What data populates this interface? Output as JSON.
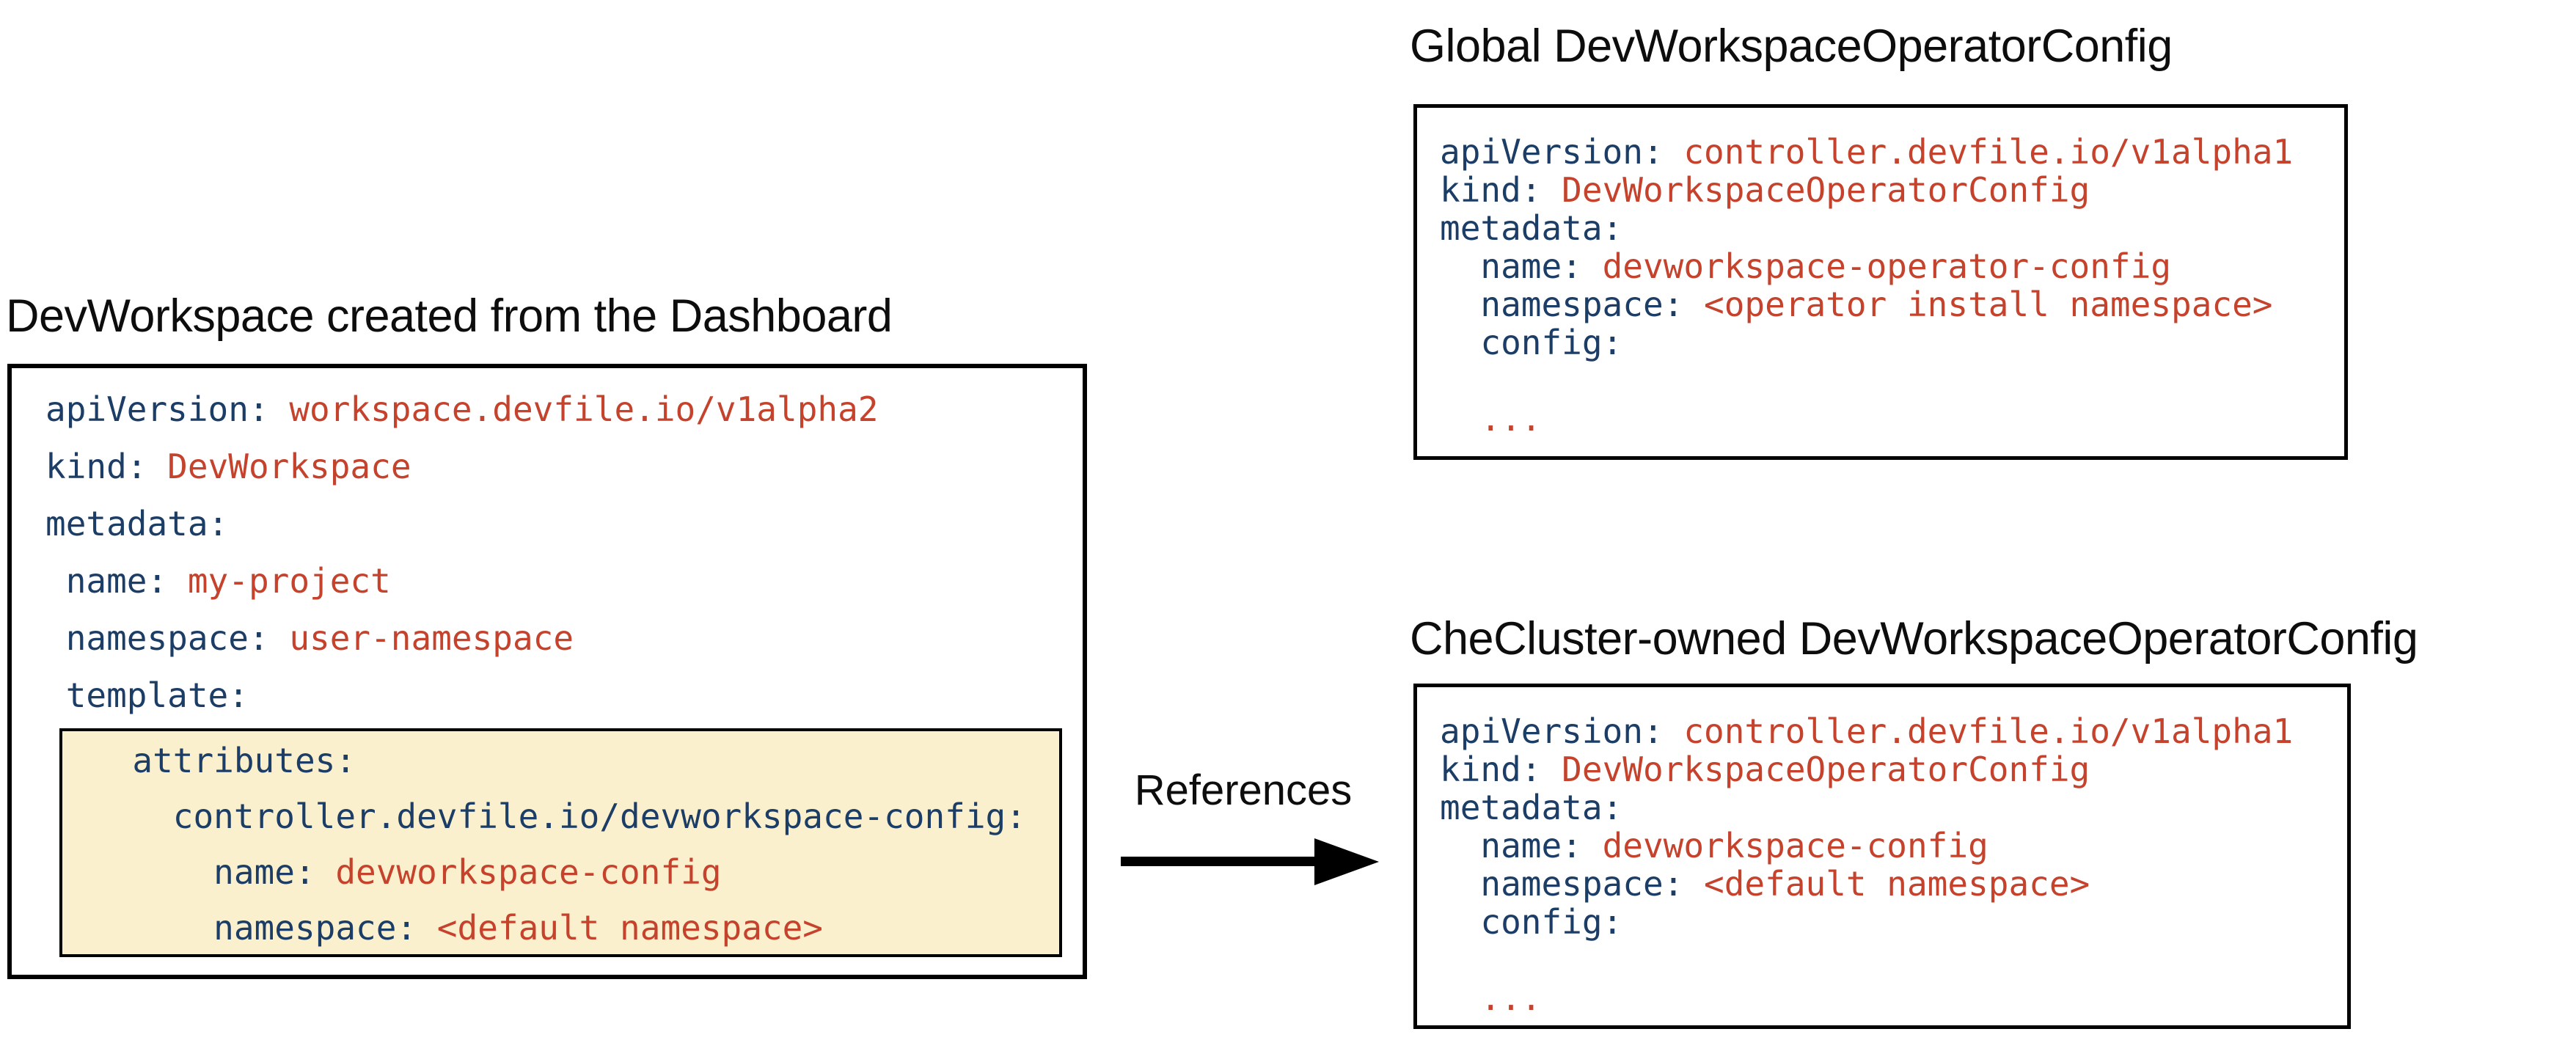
{
  "palette": {
    "key_color": "#1c3d66",
    "value_color": "#c5432d",
    "highlight_bg": "#fbf0cd",
    "box_border": "#000000",
    "title_color": "#0d0d0d"
  },
  "left_section": {
    "title": "DevWorkspace created from the Dashboard",
    "code": [
      [
        [
          "k",
          "apiVersion:"
        ],
        [
          "v",
          " workspace.devfile.io/v1alpha2"
        ]
      ],
      [
        [
          "k",
          "kind:"
        ],
        [
          "v",
          " DevWorkspace"
        ]
      ],
      [
        [
          "k",
          "metadata:"
        ]
      ],
      [
        [
          "k",
          " name:"
        ],
        [
          "v",
          " my-project"
        ]
      ],
      [
        [
          "k",
          " namespace:"
        ],
        [
          "v",
          " user-namespace"
        ]
      ],
      [
        [
          "k",
          " template:"
        ]
      ]
    ],
    "highlight_code": [
      [
        [
          "k",
          "  attributes:"
        ]
      ],
      [
        [
          "k",
          "    controller.devfile.io/devworkspace-config:"
        ]
      ],
      [
        [
          "k",
          "      name:"
        ],
        [
          "v",
          " devworkspace-config"
        ]
      ],
      [
        [
          "k",
          "      namespace:"
        ],
        [
          "v",
          " <default namespace>"
        ]
      ]
    ]
  },
  "arrow": {
    "label": "References"
  },
  "top_right_section": {
    "title": "Global DevWorkspaceOperatorConfig",
    "code": [
      [
        [
          "k",
          "apiVersion:"
        ],
        [
          "v",
          " controller.devfile.io/v1alpha1"
        ]
      ],
      [
        [
          "k",
          "kind:"
        ],
        [
          "v",
          " DevWorkspaceOperatorConfig"
        ]
      ],
      [
        [
          "k",
          "metadata:"
        ]
      ],
      [
        [
          "k",
          "  name:"
        ],
        [
          "v",
          " devworkspace-operator-config"
        ]
      ],
      [
        [
          "k",
          "  namespace:"
        ],
        [
          "v",
          " <operator install namespace>"
        ]
      ],
      [
        [
          "k",
          "  config:"
        ]
      ],
      [],
      [
        [
          "v",
          "  ..."
        ]
      ]
    ]
  },
  "bottom_right_section": {
    "title": "CheCluster-owned DevWorkspaceOperatorConfig",
    "code": [
      [
        [
          "k",
          "apiVersion:"
        ],
        [
          "v",
          " controller.devfile.io/v1alpha1"
        ]
      ],
      [
        [
          "k",
          "kind:"
        ],
        [
          "v",
          " DevWorkspaceOperatorConfig"
        ]
      ],
      [
        [
          "k",
          "metadata:"
        ]
      ],
      [
        [
          "k",
          "  name:"
        ],
        [
          "v",
          " devworkspace-config"
        ]
      ],
      [
        [
          "k",
          "  namespace:"
        ],
        [
          "v",
          " <default namespace>"
        ]
      ],
      [
        [
          "k",
          "  config:"
        ]
      ],
      [],
      [
        [
          "v",
          "  ..."
        ]
      ]
    ]
  }
}
